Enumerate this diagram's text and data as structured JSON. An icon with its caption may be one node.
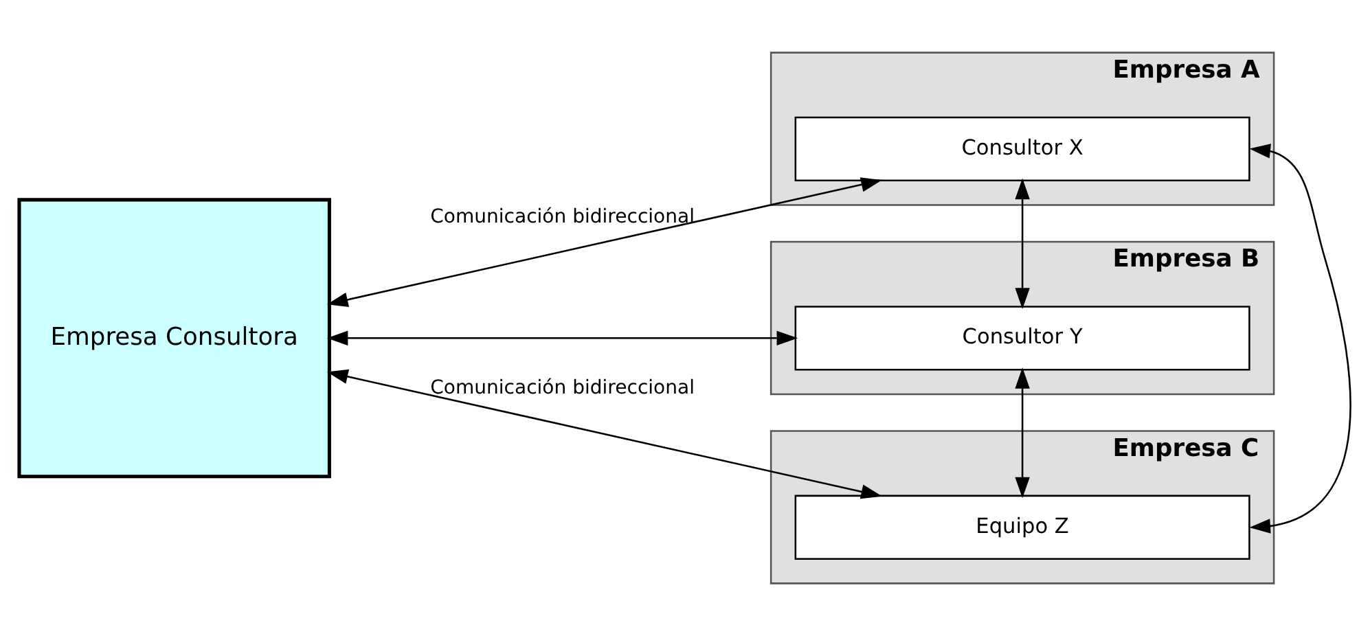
{
  "diagram": {
    "nodes": [
      {
        "text": [
          "Empresa Consultora"
        ]
      },
      {
        "text": [
          "Empresa A"
        ]
      },
      {
        "text": [
          "Consultor X"
        ],
        "in": 1
      },
      {
        "text": [
          "Empresa B"
        ]
      },
      {
        "text": [
          "Consultor Y"
        ],
        "in": 3
      },
      {
        "text": [
          "Empresa C"
        ]
      },
      {
        "text": [
          "Equipo Z"
        ],
        "in": 5
      }
    ],
    "edges": [
      {
        "from": 0,
        "to": 2,
        "arrow": "both",
        "label": "Comunicación bidireccional"
      },
      {
        "from": 0,
        "to": 4,
        "arrow": "both"
      },
      {
        "from": 0,
        "to": 6,
        "arrow": "both",
        "label": "Comunicación bidireccional"
      },
      {
        "from": 2,
        "to": 4,
        "arrow": "both"
      },
      {
        "from": 4,
        "to": 6,
        "arrow": "both"
      },
      {
        "from": 2,
        "to": 6,
        "arrow": "both"
      }
    ]
  }
}
